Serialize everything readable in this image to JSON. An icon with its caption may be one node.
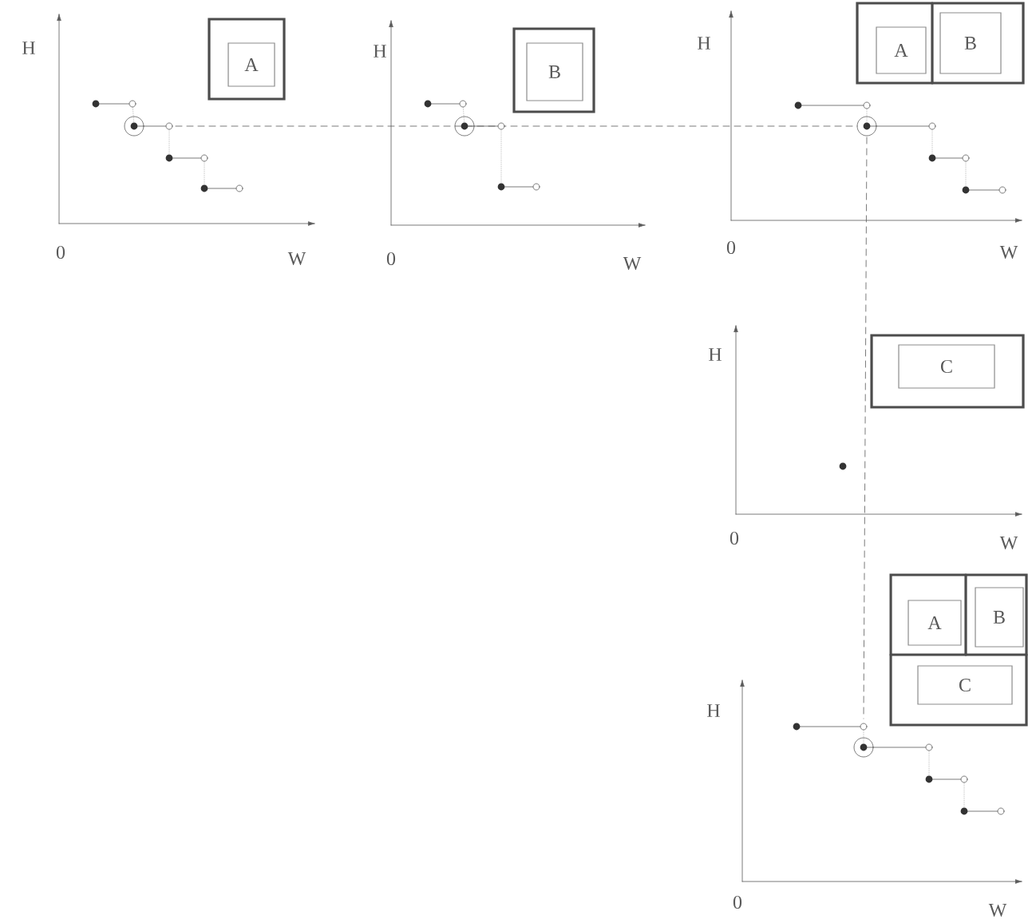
{
  "diagram": {
    "nodes": [
      {
        "text": [],
        "shape": "box"
      },
      {
        "text": [
          "A"
        ],
        "in": 0
      },
      {
        "text": [],
        "shape": "box"
      },
      {
        "text": [
          "B"
        ],
        "in": 2
      },
      {
        "text": [],
        "shape": "box"
      },
      {
        "text": [
          "A"
        ],
        "in": 4
      },
      {
        "text": [
          "B"
        ],
        "in": 4
      },
      {
        "text": [],
        "shape": "box"
      },
      {
        "text": [
          "C"
        ],
        "in": 7
      },
      {
        "text": [],
        "shape": "box"
      },
      {
        "text": [
          "A"
        ],
        "in": 9
      },
      {
        "text": [
          "B"
        ],
        "in": 9
      },
      {
        "text": [
          "C"
        ],
        "in": 9
      }
    ],
    "labels": [
      "H",
      "0",
      "W",
      "H",
      "0",
      "W",
      "H",
      "0",
      "W",
      "H",
      "0",
      "W",
      "H",
      "0",
      "W"
    ]
  }
}
